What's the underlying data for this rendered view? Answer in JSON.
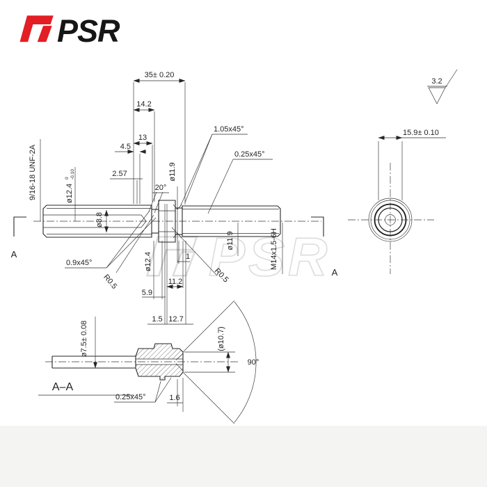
{
  "logo": {
    "text": "PSR"
  },
  "watermark": {
    "text": "PSR"
  },
  "surface_finish": {
    "roughness": "3.2"
  },
  "main_view": {
    "section_marker_left": "A",
    "section_marker_right": "A",
    "dims": {
      "overall_length": "35± 0.20",
      "step_14_2": "14.2",
      "step_13": "13",
      "step_4_5": "4.5",
      "step_2_57": "2.57",
      "groove_angle": "20°",
      "groove_dia_top": "ø11.9",
      "chamfer_large": "1.05x45°",
      "chamfer_small_top": "0.25x45°",
      "thread_left": "9/16-18 UNF-2A",
      "shaft_dia": "ø12.4",
      "shaft_dia_tol_upper": "0",
      "shaft_dia_tol_lower": "-0.10",
      "bore_dia": "ø8.8",
      "chamfer_left": "0.9x45°",
      "fillet_left": "R0.5",
      "collar_dia": "ø12.4",
      "width_5_9": "5.9",
      "width_1_5": "1.5",
      "width_12_7": "12.7",
      "width_11_2": "11.2",
      "width_1": "1",
      "fillet_right": "R0.5",
      "thread_minor_dia": "ø11.9",
      "thread_right": "M14x1.5-6H"
    }
  },
  "end_view": {
    "dims": {
      "across_flats": "15.9± 0.10"
    }
  },
  "section_view": {
    "title": "A–A",
    "dims": {
      "tube_dia": "ø7.5± 0.08",
      "flare_dia": "(ø10.7)",
      "flare_angle": "90°",
      "chamfer": "0.25x45°",
      "wall_1_6": "1.6"
    }
  }
}
